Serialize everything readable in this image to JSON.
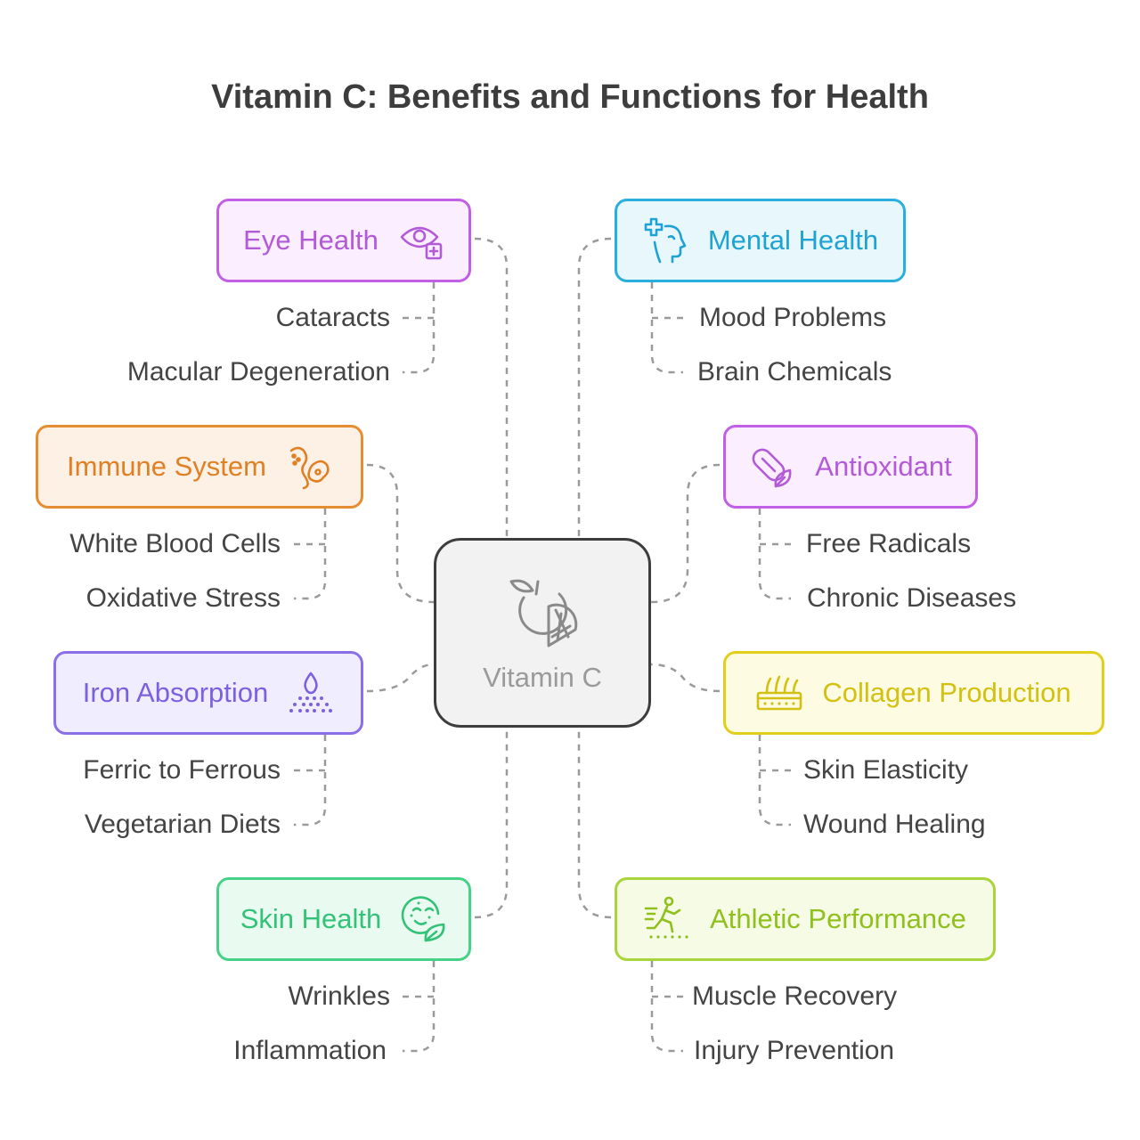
{
  "title": "Vitamin C: Benefits and Functions for Health",
  "center": {
    "label": "Vitamin C",
    "icon": "orange-slice-icon"
  },
  "categories": [
    {
      "key": "eye",
      "label": "Eye Health",
      "icon": "eye-plus-icon",
      "color": "#c160e6",
      "items": [
        "Cataracts",
        "Macular Degeneration"
      ]
    },
    {
      "key": "mental",
      "label": "Mental Health",
      "icon": "head-plus-icon",
      "color": "#29afde",
      "items": [
        "Mood Problems",
        "Brain Chemicals"
      ]
    },
    {
      "key": "immune",
      "label": "Immune System",
      "icon": "immune-cells-icon",
      "color": "#e58d32",
      "items": [
        "White Blood Cells",
        "Oxidative Stress"
      ]
    },
    {
      "key": "antiox",
      "label": "Antioxidant",
      "icon": "capsule-leaf-icon",
      "color": "#c160e6",
      "items": [
        "Free Radicals",
        "Chronic Diseases"
      ]
    },
    {
      "key": "iron",
      "label": "Iron Absorption",
      "icon": "drop-dots-icon",
      "color": "#8b6fe8",
      "items": [
        "Ferric to Ferrous",
        "Vegetarian Diets"
      ]
    },
    {
      "key": "collagen",
      "label": "Collagen Production",
      "icon": "skin-layer-icon",
      "color": "#e2cf1c",
      "items": [
        "Skin Elasticity",
        "Wound Healing"
      ]
    },
    {
      "key": "skin",
      "label": "Skin Health",
      "icon": "face-leaf-icon",
      "color": "#45d188",
      "items": [
        "Wrinkles",
        "Inflammation"
      ]
    },
    {
      "key": "athletic",
      "label": "Athletic Performance",
      "icon": "runner-icon",
      "color": "#a8d43c",
      "items": [
        "Muscle Recovery",
        "Injury Prevention"
      ]
    }
  ]
}
